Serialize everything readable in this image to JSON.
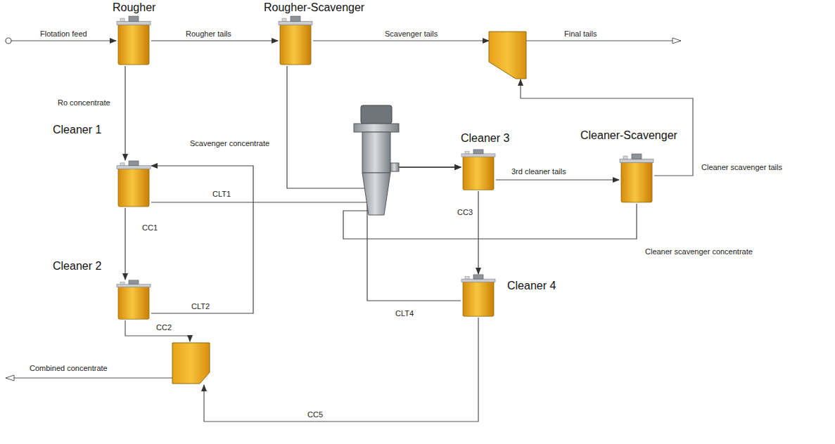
{
  "diagram": {
    "nodes": [
      {
        "text": [
          "Rougher"
        ]
      },
      {
        "text": [
          "Rougher-Scavenger"
        ]
      },
      {
        "text": [
          "Cleaner 1"
        ]
      },
      {
        "text": [
          "Cleaner 2"
        ]
      },
      {
        "text": [
          "Cleaner 3"
        ]
      },
      {
        "text": [
          "Cleaner-Scavenger"
        ]
      },
      {
        "text": [
          "Cleaner 4"
        ]
      }
    ],
    "edges": [
      {
        "from": 0,
        "to": 1,
        "arrow": "to",
        "label": "Rougher tails"
      },
      {
        "from": 0,
        "to": 2,
        "arrow": "to",
        "label": "Ro concentrate"
      },
      {
        "from": 2,
        "to": 3,
        "arrow": "to",
        "label": "CC1"
      },
      {
        "from": 3,
        "to": 2,
        "arrow": "to",
        "label": "CLT2"
      },
      {
        "from": 2,
        "to": 4,
        "arrow": "to",
        "label": "CLT1"
      },
      {
        "from": 1,
        "to": 4,
        "arrow": "to",
        "label": "Scavenger concentrate"
      },
      {
        "from": 5,
        "to": 4,
        "arrow": "to",
        "label": "Cleaner scavenger concentrate"
      },
      {
        "from": 6,
        "to": 4,
        "arrow": "to",
        "label": "CLT4"
      },
      {
        "from": 4,
        "to": 5,
        "arrow": "to",
        "label": "3rd cleaner tails"
      },
      {
        "from": 4,
        "to": 6,
        "arrow": "to",
        "label": "CC3"
      }
    ],
    "labels": [
      "Flotation feed",
      "Scavenger tails",
      "Final tails",
      "Cleaner scavenger tails",
      "CC2",
      "Combined concentrate",
      "CC5"
    ]
  }
}
